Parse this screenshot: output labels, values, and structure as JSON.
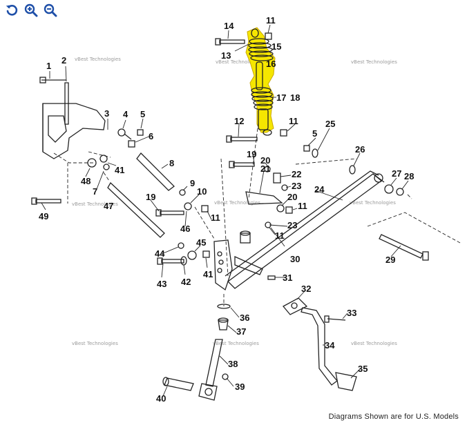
{
  "toolbar": {
    "buttons": [
      {
        "icon": "rotate-ccw-icon"
      },
      {
        "icon": "zoom-in-icon"
      },
      {
        "icon": "zoom-out-icon"
      }
    ],
    "accent": "#1e4fa8"
  },
  "highlight_color": "#f5e600",
  "watermark_text": "vBest Technologies",
  "callouts": [
    {
      "id": "c1",
      "text": "1"
    },
    {
      "id": "c2",
      "text": "2"
    },
    {
      "id": "c3",
      "text": "3"
    },
    {
      "id": "c4",
      "text": "4"
    },
    {
      "id": "c5a",
      "text": "5"
    },
    {
      "id": "c5b",
      "text": "5"
    },
    {
      "id": "c6",
      "text": "6"
    },
    {
      "id": "c7",
      "text": "7"
    },
    {
      "id": "c8",
      "text": "8"
    },
    {
      "id": "c9",
      "text": "9"
    },
    {
      "id": "c10",
      "text": "10"
    },
    {
      "id": "c11a",
      "text": "11"
    },
    {
      "id": "c11b",
      "text": "11"
    },
    {
      "id": "c11c",
      "text": "11"
    },
    {
      "id": "c11d",
      "text": "11"
    },
    {
      "id": "c11e",
      "text": "11"
    },
    {
      "id": "c12",
      "text": "12"
    },
    {
      "id": "c13",
      "text": "13"
    },
    {
      "id": "c14",
      "text": "14"
    },
    {
      "id": "c15",
      "text": "15"
    },
    {
      "id": "c16",
      "text": "16"
    },
    {
      "id": "c17",
      "text": "17"
    },
    {
      "id": "c18",
      "text": "18"
    },
    {
      "id": "c19a",
      "text": "19"
    },
    {
      "id": "c19b",
      "text": "19"
    },
    {
      "id": "c20a",
      "text": "20"
    },
    {
      "id": "c20b",
      "text": "20"
    },
    {
      "id": "c21",
      "text": "21"
    },
    {
      "id": "c22",
      "text": "22"
    },
    {
      "id": "c23a",
      "text": "23"
    },
    {
      "id": "c23b",
      "text": "23"
    },
    {
      "id": "c24",
      "text": "24"
    },
    {
      "id": "c25",
      "text": "25"
    },
    {
      "id": "c26",
      "text": "26"
    },
    {
      "id": "c27",
      "text": "27"
    },
    {
      "id": "c28",
      "text": "28"
    },
    {
      "id": "c29",
      "text": "29"
    },
    {
      "id": "c30",
      "text": "30"
    },
    {
      "id": "c31",
      "text": "31"
    },
    {
      "id": "c32",
      "text": "32"
    },
    {
      "id": "c33",
      "text": "33"
    },
    {
      "id": "c34",
      "text": "34"
    },
    {
      "id": "c35",
      "text": "35"
    },
    {
      "id": "c36",
      "text": "36"
    },
    {
      "id": "c37",
      "text": "37"
    },
    {
      "id": "c38",
      "text": "38"
    },
    {
      "id": "c39",
      "text": "39"
    },
    {
      "id": "c40",
      "text": "40"
    },
    {
      "id": "c41a",
      "text": "41"
    },
    {
      "id": "c41b",
      "text": "41"
    },
    {
      "id": "c42",
      "text": "42"
    },
    {
      "id": "c43",
      "text": "43"
    },
    {
      "id": "c44",
      "text": "44"
    },
    {
      "id": "c45",
      "text": "45"
    },
    {
      "id": "c46",
      "text": "46"
    },
    {
      "id": "c47",
      "text": "47"
    },
    {
      "id": "c48",
      "text": "48"
    },
    {
      "id": "c49",
      "text": "49"
    }
  ],
  "footer": "Diagrams Shown are for U.S. Models"
}
